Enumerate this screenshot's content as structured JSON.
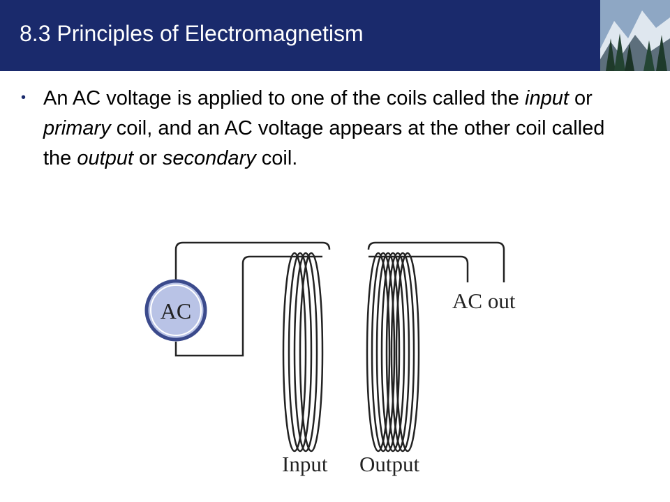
{
  "slide": {
    "title": "8.3 Principles of Electromagnetism",
    "bullet": {
      "p1": "An AC voltage is applied to one of the coils called the ",
      "input": "input",
      "p2": " or ",
      "primary": "primary",
      "p3": " coil, and an AC voltage appears at the other coil called the ",
      "output": "output",
      "p4": " or ",
      "secondary": "secondary",
      "p5": " coil."
    }
  },
  "diagram": {
    "source_label": "AC",
    "ac_out_label": "AC out",
    "input_label": "Input",
    "output_label": "Output"
  },
  "colors": {
    "header": "#1a2a6c",
    "source_fill": "#b9c3e6",
    "source_ring": "#3b4a8c"
  }
}
